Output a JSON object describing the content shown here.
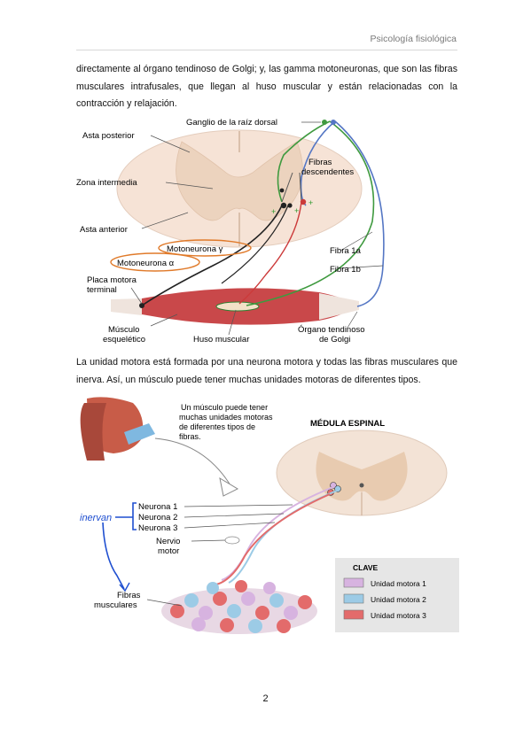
{
  "header": {
    "title": "Psicología fisiológica"
  },
  "paragraphs": [
    "directamente al órgano tendinoso de Golgi; y, las gamma motoneuronas, que son las fibras musculares intrafusales, que llegan al huso muscular y están relacionadas con la contracción y relajación.",
    "La unidad motora está formada por una neurona motora y todas las fibras musculares que inerva. Así, un músculo puede tener muchas unidades motoras de diferentes tipos."
  ],
  "figure1": {
    "labels": {
      "ganglio": "Ganglio de la raíz dorsal",
      "asta_posterior": "Asta posterior",
      "zona_intermedia": "Zona intermedia",
      "asta_anterior": "Asta anterior",
      "fibras_descendentes_1": "Fibras",
      "fibras_descendentes_2": "descendentes",
      "motoneurona_gamma": "Motoneurona γ",
      "motoneurona_alfa": "Motoneurona α",
      "fibra_1a": "Fibra 1a",
      "fibra_1b": "Fibra 1b",
      "placa_1": "Placa motora",
      "placa_2": "terminal",
      "musculo_1": "Músculo",
      "musculo_2": "esquelético",
      "huso": "Huso muscular",
      "organo_1": "Órgano tendinoso",
      "organo_2": "de Golgi"
    },
    "colors": {
      "cord": "#f6e3d6",
      "gray_matter": "#ecd3be",
      "muscle": "#c9484a",
      "green_fiber": "#3f9a3f",
      "blue_fiber": "#5577c4",
      "red_fiber": "#cc3a3a",
      "circle_outline": "#e07a2a"
    }
  },
  "figure2": {
    "labels": {
      "callout_1": "Un músculo puede tener",
      "callout_2": "muchas unidades motoras",
      "callout_3": "de diferentes tipos de",
      "callout_4": "fibras.",
      "medula": "MÉDULA ESPINAL",
      "clave": "CLAVE",
      "neurona_1": "Neurona 1",
      "neurona_2": "Neurona 2",
      "neurona_3": "Neurona 3",
      "nervio_1": "Nervio",
      "nervio_2": "motor",
      "fibras_1": "Fibras",
      "fibras_2": "musculares",
      "unidad_1": "Unidad motora 1",
      "unidad_2": "Unidad motora 2",
      "unidad_3": "Unidad motora 3",
      "handwritten": "inervan"
    },
    "colors": {
      "unit_1": "#d7b3e0",
      "unit_2": "#9ccbe6",
      "unit_3": "#e36b6b",
      "ink": "#1f4fd0"
    }
  },
  "page_number": "2"
}
